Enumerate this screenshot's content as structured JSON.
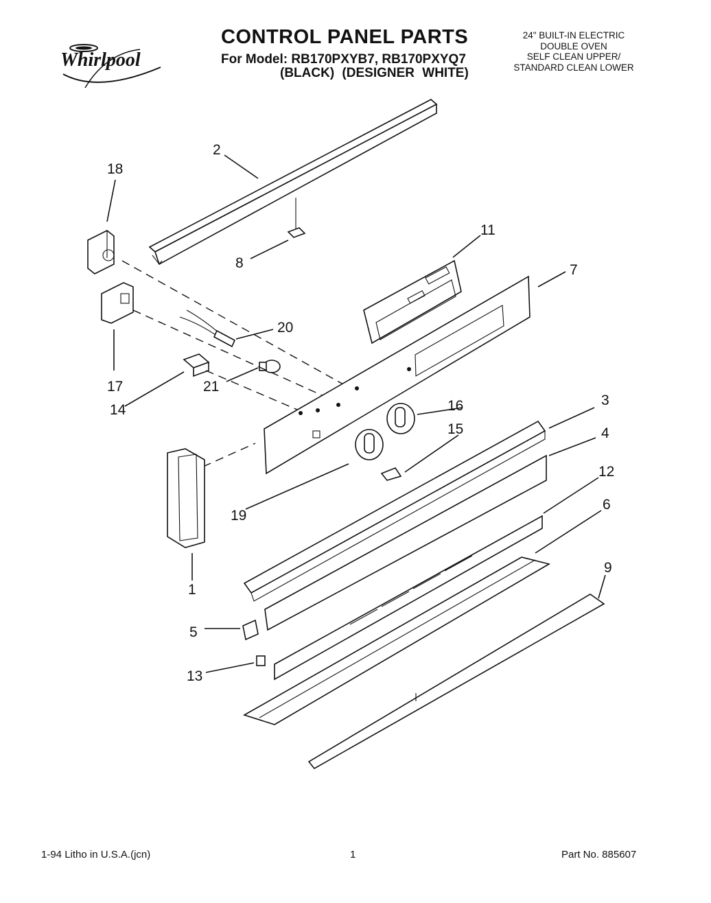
{
  "header": {
    "brand": "Whirlpool",
    "title": "CONTROL PANEL PARTS",
    "models_line": "For Model: RB170PXYB7, RB170PXYQ7",
    "variants_line": "(BLACK)   (DESIGNER WHITE)",
    "description_lines": [
      "24\" BUILT-IN ELECTRIC",
      "DOUBLE OVEN",
      "SELF CLEAN UPPER/",
      "STANDARD CLEAN LOWER"
    ]
  },
  "callouts": [
    "1",
    "2",
    "3",
    "4",
    "5",
    "6",
    "7",
    "8",
    "9",
    "11",
    "12",
    "13",
    "14",
    "15",
    "16",
    "17",
    "18",
    "19",
    "20",
    "21"
  ],
  "footer": {
    "litho": "1-94 Litho in U.S.A.(jcn)",
    "page": "1",
    "part_no": "Part No. 885607"
  }
}
